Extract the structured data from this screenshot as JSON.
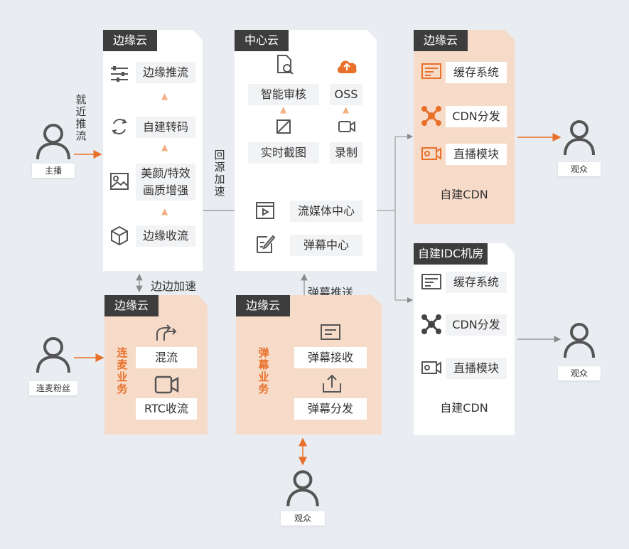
{
  "colors": {
    "accent": "#e8702a",
    "dark": "#3d3d3d",
    "peach": "#f7dbc9",
    "line": "#999999",
    "bg": "#e9edf2"
  },
  "anchor": {
    "label": "主播",
    "push_text": "就近推流"
  },
  "fan": {
    "label": "连麦粉丝"
  },
  "viewers": {
    "top": "观众",
    "mid": "观众",
    "bottom": "观众"
  },
  "edge_left": {
    "tag": "边缘云",
    "items": [
      "边缘推流",
      "自建转码",
      "美颜/特效画质增强",
      "边缘收流"
    ],
    "beauty_line1": "美颜/特效",
    "beauty_line2": "画质增强"
  },
  "center": {
    "tag": "中心云",
    "audit": "智能审核",
    "oss": "OSS",
    "screenshot": "实时截图",
    "record": "录制",
    "media_center": "流媒体中心",
    "danmaku_center": "弹幕中心"
  },
  "edge_right": {
    "tag": "边缘云",
    "items": [
      "缓存系统",
      "CDN分发",
      "直播模块"
    ],
    "footer": "自建CDN"
  },
  "idc": {
    "tag": "自建IDC机房",
    "items": [
      "缓存系统",
      "CDN分发",
      "直播模块"
    ],
    "footer": "自建CDN"
  },
  "edge_lianmai": {
    "tag": "边缘云",
    "side_label": "连麦业务",
    "items": [
      "混流",
      "RTC收流"
    ]
  },
  "edge_danmaku": {
    "tag": "边缘云",
    "side_label": "弹幕业务",
    "items": [
      "弹幕接收",
      "弹幕分发"
    ]
  },
  "links": {
    "origin_accel": "回源加速",
    "edge_accel": "边边加速",
    "danmaku_push": "弹幕推送"
  }
}
